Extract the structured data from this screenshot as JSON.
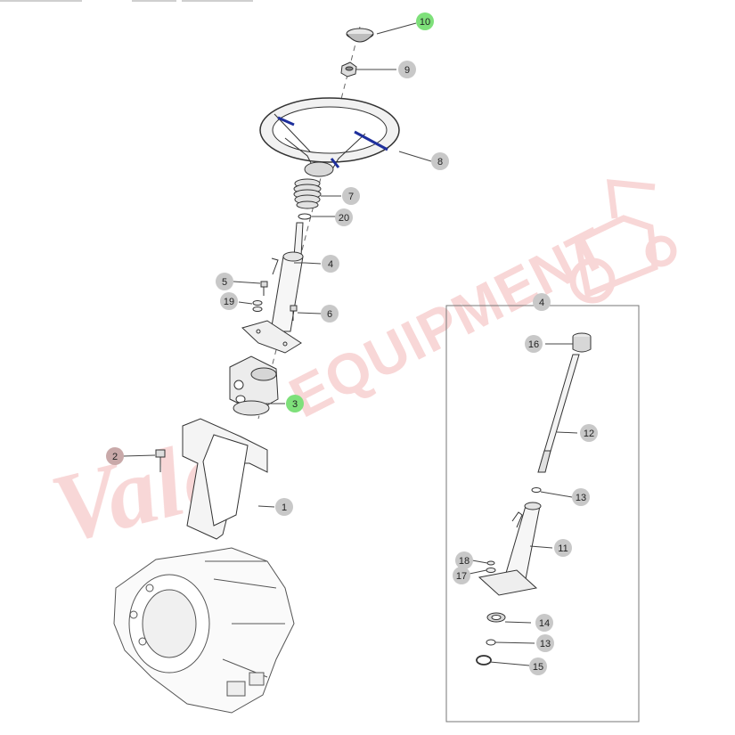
{
  "watermark": {
    "brand_script": "Vale",
    "brand_block": "EQUIPMENT",
    "color": "#f2b6b6"
  },
  "callouts": [
    {
      "id": "c10",
      "label": "10",
      "style": "highlight"
    },
    {
      "id": "c9",
      "label": "9",
      "style": "normal"
    },
    {
      "id": "c8",
      "label": "8",
      "style": "normal"
    },
    {
      "id": "c7",
      "label": "7",
      "style": "normal"
    },
    {
      "id": "c20",
      "label": "20",
      "style": "normal"
    },
    {
      "id": "c4a",
      "label": "4",
      "style": "normal"
    },
    {
      "id": "c5",
      "label": "5",
      "style": "normal"
    },
    {
      "id": "c19",
      "label": "19",
      "style": "normal"
    },
    {
      "id": "c6",
      "label": "6",
      "style": "normal"
    },
    {
      "id": "c3",
      "label": "3",
      "style": "highlight"
    },
    {
      "id": "c2",
      "label": "2",
      "style": "muted"
    },
    {
      "id": "c1",
      "label": "1",
      "style": "normal"
    },
    {
      "id": "c4b",
      "label": "4",
      "style": "normal"
    },
    {
      "id": "c16",
      "label": "16",
      "style": "normal"
    },
    {
      "id": "c12",
      "label": "12",
      "style": "normal"
    },
    {
      "id": "c13a",
      "label": "13",
      "style": "normal"
    },
    {
      "id": "c11",
      "label": "11",
      "style": "normal"
    },
    {
      "id": "c18",
      "label": "18",
      "style": "normal"
    },
    {
      "id": "c17",
      "label": "17",
      "style": "normal"
    },
    {
      "id": "c14",
      "label": "14",
      "style": "normal"
    },
    {
      "id": "c13b",
      "label": "13",
      "style": "normal"
    },
    {
      "id": "c15",
      "label": "15",
      "style": "normal"
    }
  ],
  "colors": {
    "highlight": "#7ee07a",
    "normal": "#c8c8c8",
    "muted": "#c9a9a9",
    "line": "#333333"
  }
}
